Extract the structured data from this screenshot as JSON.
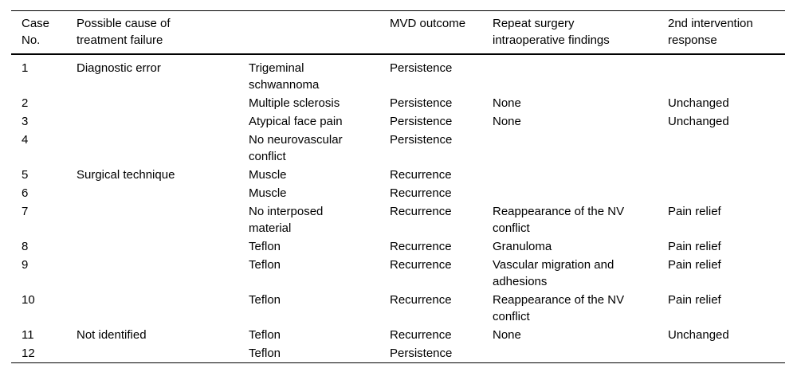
{
  "table": {
    "headers": [
      "Case\nNo.",
      "Possible cause of\ntreatment failure",
      "",
      "MVD outcome",
      "Repeat surgery\nintraoperative findings",
      "2nd intervention\nresponse"
    ],
    "rows": [
      [
        "1",
        "Diagnostic error",
        "Trigeminal\nschwannoma",
        "Persistence",
        "",
        ""
      ],
      [
        "2",
        "",
        "Multiple sclerosis",
        "Persistence",
        "None",
        "Unchanged"
      ],
      [
        "3",
        "",
        "Atypical face pain",
        "Persistence",
        "None",
        "Unchanged"
      ],
      [
        "4",
        "",
        "No neurovascular\nconflict",
        "Persistence",
        "",
        ""
      ],
      [
        "5",
        "Surgical technique",
        "Muscle",
        "Recurrence",
        "",
        ""
      ],
      [
        "6",
        "",
        "Muscle",
        "Recurrence",
        "",
        ""
      ],
      [
        "7",
        "",
        "No interposed\nmaterial",
        "Recurrence",
        "Reappearance of the NV\nconflict",
        "Pain relief"
      ],
      [
        "8",
        "",
        "Teflon",
        "Recurrence",
        "Granuloma",
        "Pain relief"
      ],
      [
        "9",
        "",
        "Teflon",
        "Recurrence",
        "Vascular migration and\nadhesions",
        "Pain relief"
      ],
      [
        "10",
        "",
        "Teflon",
        "Recurrence",
        "Reappearance of the NV\nconflict",
        "Pain relief"
      ],
      [
        "11",
        "Not identified",
        "Teflon",
        "Recurrence",
        "None",
        "Unchanged"
      ],
      [
        "12",
        "",
        "Teflon",
        "Persistence",
        "",
        ""
      ]
    ],
    "colors": {
      "text": "#000000",
      "rule": "#000000",
      "background": "#ffffff"
    }
  }
}
